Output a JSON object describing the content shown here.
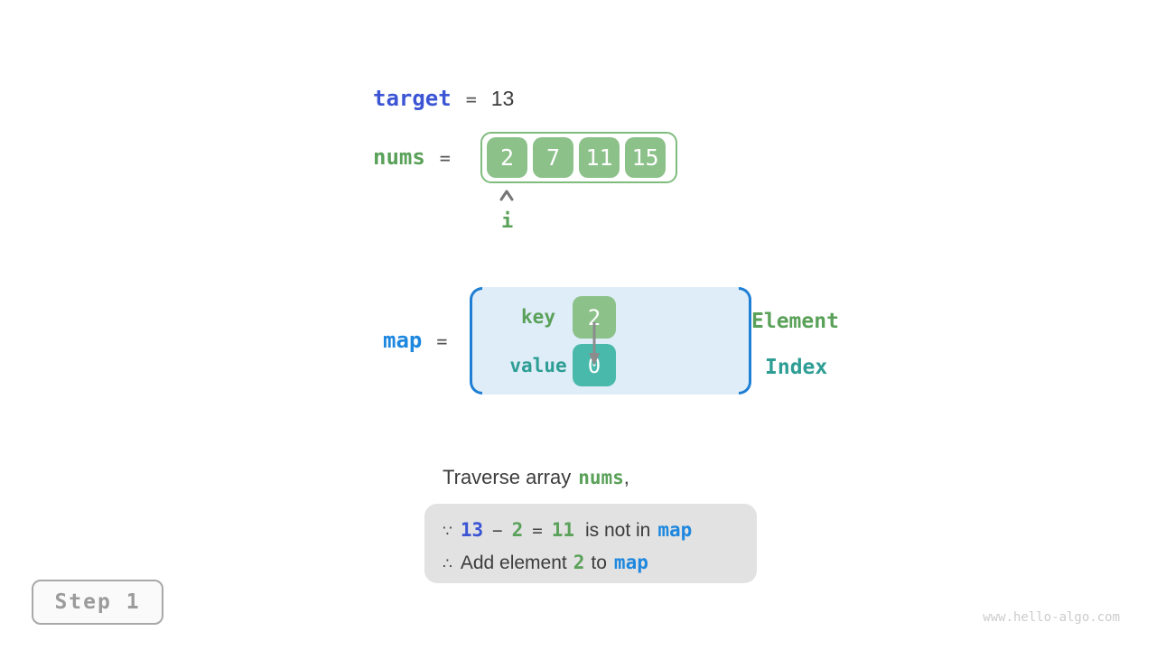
{
  "meta": {
    "step_label": "Step 1",
    "watermark": "www.hello-algo.com"
  },
  "colors": {
    "royal_blue": "#3B55D4",
    "azure_blue": "#1E87DF",
    "green_text": "#5AA159",
    "green_box": "#8CC18A",
    "green_border": "#7FBC7D",
    "teal_text": "#2E9E94",
    "teal_box": "#49B9AB",
    "map_background": "#DEEDF8",
    "bracket_blue": "#1F7FD4",
    "note_background": "#E2E2E2",
    "dark_text": "#3C3C3C",
    "step_gray": "#9B9B9B",
    "watermark_gray": "#CCCCCC"
  },
  "target_row": {
    "label": "target",
    "equals": "=",
    "value": "13"
  },
  "nums_row": {
    "label": "nums",
    "equals": "=",
    "cells": [
      "2",
      "7",
      "11",
      "15"
    ],
    "index_pointer_label": "i"
  },
  "map_row": {
    "label": "map",
    "equals": "=",
    "key_label": "key",
    "key_value": "2",
    "value_label": "value",
    "value_value": "0",
    "legend_element": "Element",
    "legend_index": "Index"
  },
  "caption": {
    "text_before": "Traverse array",
    "code": "nums",
    "text_after": ","
  },
  "note": {
    "line1": {
      "because_symbol": "∵",
      "minuend": "13",
      "minus": "−",
      "subtrahend": "2",
      "equals": "=",
      "difference": "11",
      "text": "is not in",
      "code": "map"
    },
    "line2": {
      "therefore_symbol": "∴",
      "text_before": "Add element",
      "value": "2",
      "text_middle": "to",
      "code": "map"
    }
  }
}
